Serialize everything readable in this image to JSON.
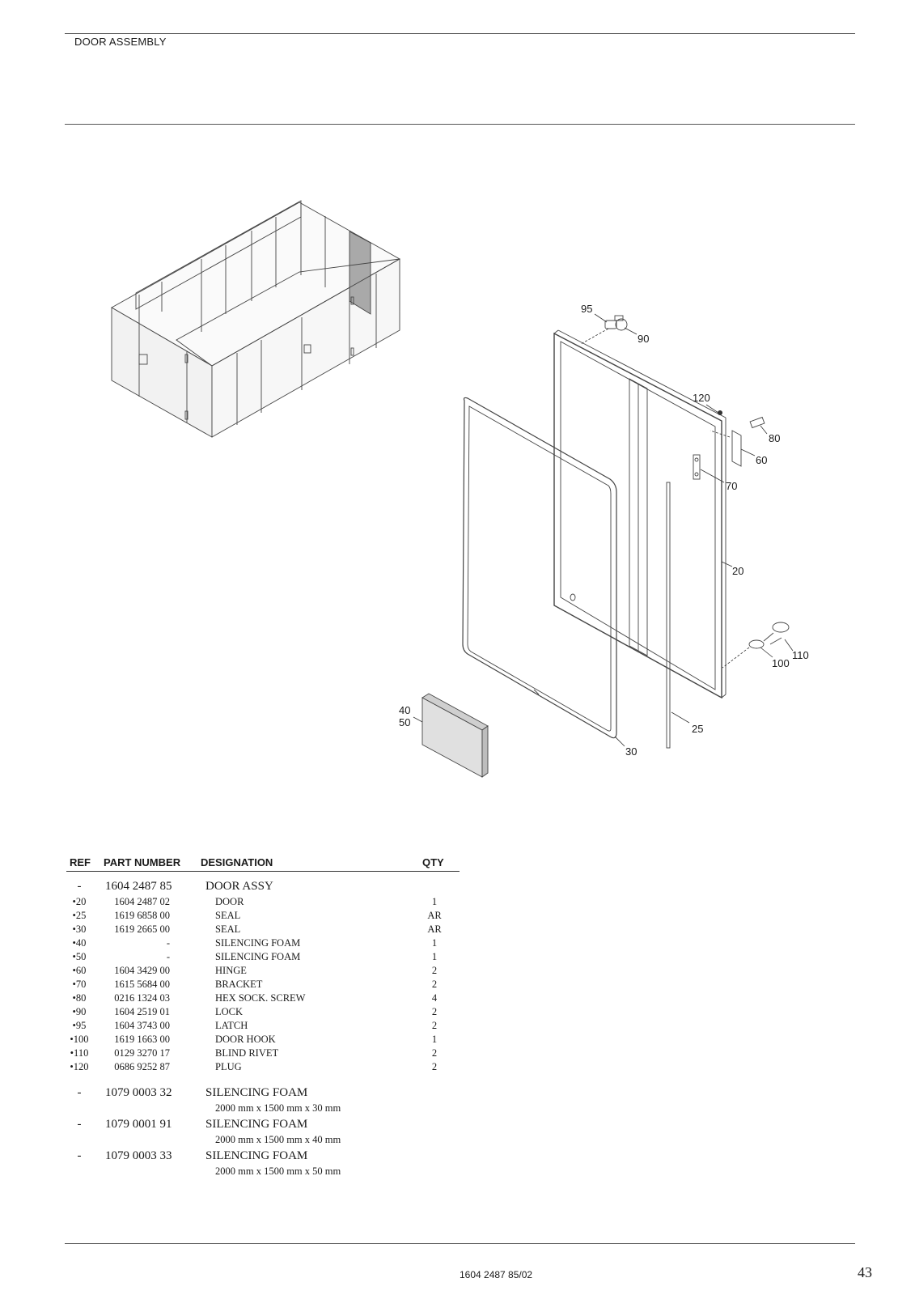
{
  "header": {
    "title": "DOOR ASSEMBLY"
  },
  "callouts": [
    {
      "id": "c95",
      "label": "95"
    },
    {
      "id": "c90",
      "label": "90"
    },
    {
      "id": "c120",
      "label": "120"
    },
    {
      "id": "c80",
      "label": "80"
    },
    {
      "id": "c60",
      "label": "60"
    },
    {
      "id": "c70",
      "label": "70"
    },
    {
      "id": "c20",
      "label": "20"
    },
    {
      "id": "c110",
      "label": "110"
    },
    {
      "id": "c100",
      "label": "100"
    },
    {
      "id": "c40",
      "label": "40"
    },
    {
      "id": "c50",
      "label": "50"
    },
    {
      "id": "c25",
      "label": "25"
    },
    {
      "id": "c30",
      "label": "30"
    }
  ],
  "parts_table": {
    "columns": {
      "ref": "REF",
      "part_number": "PART NUMBER",
      "designation": "DESIGNATION",
      "qty": "QTY"
    },
    "assembly": {
      "ref": "-",
      "part_number": "1604 2487 85",
      "designation": "DOOR ASSY",
      "qty": ""
    },
    "items": [
      {
        "ref": "•20",
        "part_number": "1604 2487 02",
        "designation": "DOOR",
        "qty": "1"
      },
      {
        "ref": "•25",
        "part_number": "1619 6858 00",
        "designation": "SEAL",
        "qty": "AR"
      },
      {
        "ref": "•30",
        "part_number": "1619 2665 00",
        "designation": "SEAL",
        "qty": "AR"
      },
      {
        "ref": "•40",
        "part_number": "-",
        "designation": "SILENCING FOAM",
        "qty": "1"
      },
      {
        "ref": "•50",
        "part_number": "-",
        "designation": "SILENCING FOAM",
        "qty": "1"
      },
      {
        "ref": "•60",
        "part_number": "1604 3429 00",
        "designation": "HINGE",
        "qty": "2"
      },
      {
        "ref": "•70",
        "part_number": "1615 5684 00",
        "designation": "BRACKET",
        "qty": "2"
      },
      {
        "ref": "•80",
        "part_number": "0216 1324 03",
        "designation": "HEX SOCK. SCREW",
        "qty": "4"
      },
      {
        "ref": "•90",
        "part_number": "1604 2519 01",
        "designation": "LOCK",
        "qty": "2"
      },
      {
        "ref": "•95",
        "part_number": "1604 3743 00",
        "designation": "LATCH",
        "qty": "2"
      },
      {
        "ref": "•100",
        "part_number": "1619 1663 00",
        "designation": "DOOR HOOK",
        "qty": "1"
      },
      {
        "ref": "•110",
        "part_number": "0129 3270 17",
        "designation": "BLIND RIVET",
        "qty": "2"
      },
      {
        "ref": "•120",
        "part_number": "0686 9252 87",
        "designation": "PLUG",
        "qty": "2"
      }
    ],
    "extras": [
      {
        "ref": "-",
        "part_number": "1079 0003 32",
        "designation": "SILENCING FOAM",
        "note": "2000 mm x 1500 mm x 30 mm"
      },
      {
        "ref": "-",
        "part_number": "1079 0001 91",
        "designation": "SILENCING FOAM",
        "note": "2000 mm x 1500 mm x 40 mm"
      },
      {
        "ref": "-",
        "part_number": "1079 0003 33",
        "designation": "SILENCING FOAM",
        "note": "2000 mm x 1500 mm x 50 mm"
      }
    ]
  },
  "footer": {
    "doc_code": "1604 2487 85/02",
    "page_number": "43"
  }
}
